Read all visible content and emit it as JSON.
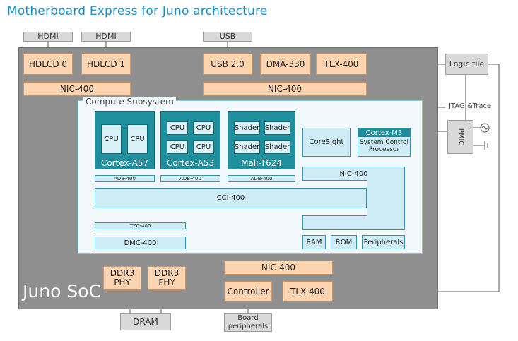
{
  "title": "Motherboard Express for Juno architecture",
  "soc_label": "Juno SoC",
  "compute_subsystem_label": "Compute Subsystem",
  "external": {
    "hdmi0": "HDMI",
    "hdmi1": "HDMI",
    "usb": "USB",
    "dram": "DRAM",
    "board_peripherals": "Board\nperipherals",
    "logic_tile": "Logic tile",
    "pmic": "PMIC",
    "jtag_label": "JTAG &Trace"
  },
  "soc_blocks": {
    "hdlcd0": "HDLCD 0",
    "hdlcd1": "HDLCD 1",
    "usb20": "USB 2.0",
    "dma330": "DMA-330",
    "tlx400_top": "TLX-400",
    "nic400_left": "NIC-400",
    "nic400_right": "NIC-400",
    "ddr3phy0": "DDR3\nPHY",
    "ddr3phy1": "DDR3\nPHY",
    "nic400_bottom": "NIC-400",
    "controller": "Controller",
    "tlx400_bottom": "TLX-400"
  },
  "compute": {
    "a57": {
      "label": "Cortex-A57",
      "cores": [
        "CPU",
        "CPU"
      ]
    },
    "a53": {
      "label": "Cortex-A53",
      "cores": [
        "CPU",
        "CPU",
        "CPU",
        "CPU"
      ]
    },
    "mali": {
      "label": "Mali-T624",
      "cores": [
        "Shader",
        "Shader",
        "Shader",
        "Shader"
      ]
    },
    "adb_a57": "ADB-400",
    "adb_a53": "ADB-400",
    "adb_mali": "ADB-400",
    "cci": "CCI-400",
    "tzc": "TZC-400",
    "dmc": "DMC-400",
    "coresight": "CoreSight",
    "m3_title": "Cortex-M3",
    "m3_sub": "System Control\nProcessor",
    "nic400": "NIC-400",
    "ram": "RAM",
    "rom": "ROM",
    "peripherals": "Peripherals"
  },
  "colors": {
    "title": "#1e8fc6",
    "soc_bg": "#8f8f8f",
    "orange_block": "#fcd4b0",
    "teal_cluster": "#1f8e9d",
    "light_blue_block": "#cdecf5"
  }
}
